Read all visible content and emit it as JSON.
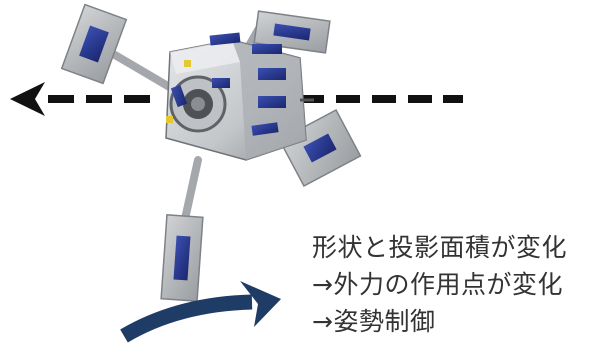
{
  "caption": {
    "lines": [
      "形状と投影面積が変化",
      "→外力の作用点が変化",
      "→姿勢制御"
    ]
  },
  "colors": {
    "arrow_dash": "#111111",
    "rotation_arrow": "#1f3c66",
    "panel_frame": "#b5b8bb",
    "solar_cell": "#25358c",
    "body_light": "#d7d9db",
    "body_dark": "#9ea2a6",
    "caption_text": "#333333"
  },
  "icons": {
    "direction_arrow": "dashed-left-arrow",
    "rotation_arrow": "curved-rotation-arrow"
  }
}
